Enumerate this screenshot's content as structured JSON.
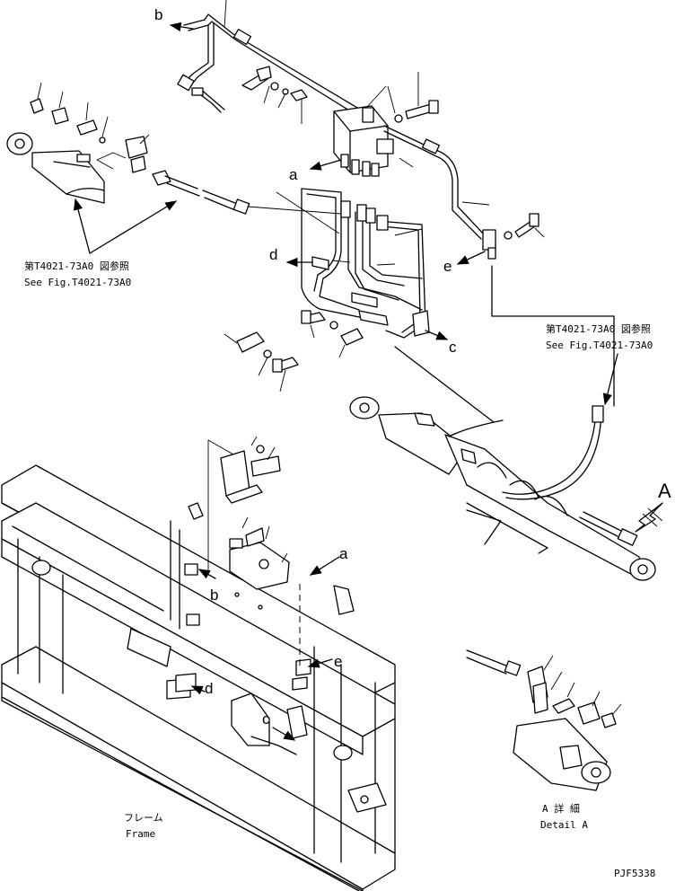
{
  "callouts": {
    "a": "a",
    "b": "b",
    "c": "c",
    "d": "d",
    "e": "e",
    "A": "A"
  },
  "references": {
    "left_jp": "第T4021-73A0 図参照",
    "left_en": "See Fig.T4021-73A0",
    "right_jp": "第T4021-73A0 図参照",
    "right_en": "See Fig.T4021-73A0"
  },
  "frame": {
    "jp": "フレーム",
    "en": "Frame"
  },
  "detail": {
    "jp": "A 詳 細",
    "en": "Detail A"
  },
  "drawing_id": "PJF5338"
}
